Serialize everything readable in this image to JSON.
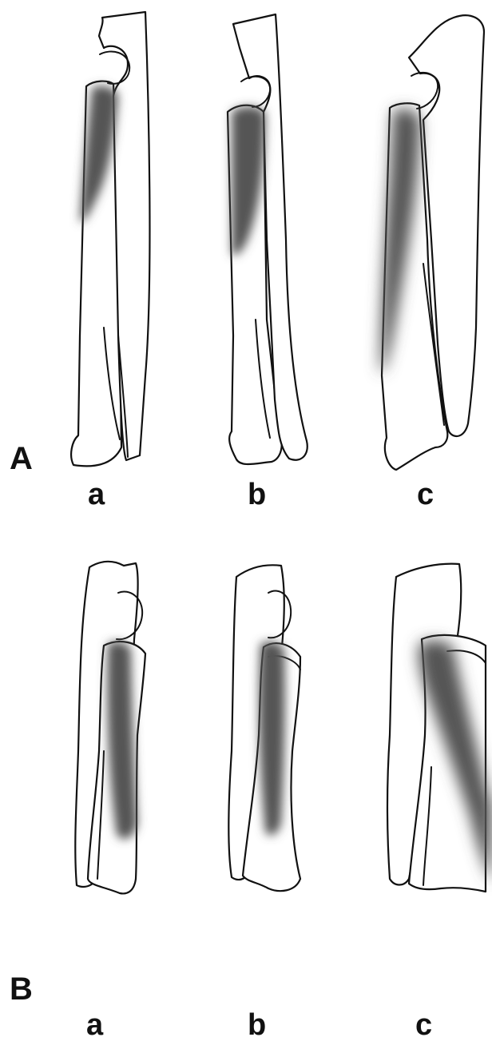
{
  "panels": [
    {
      "label": "A",
      "specimens": [
        {
          "label": "a"
        },
        {
          "label": "b"
        },
        {
          "label": "c"
        }
      ]
    },
    {
      "label": "B",
      "specimens": [
        {
          "label": "a"
        },
        {
          "label": "b"
        },
        {
          "label": "c"
        }
      ]
    }
  ],
  "colors": {
    "outline": "#111111",
    "lesion": "#555555",
    "background": "#ffffff"
  }
}
